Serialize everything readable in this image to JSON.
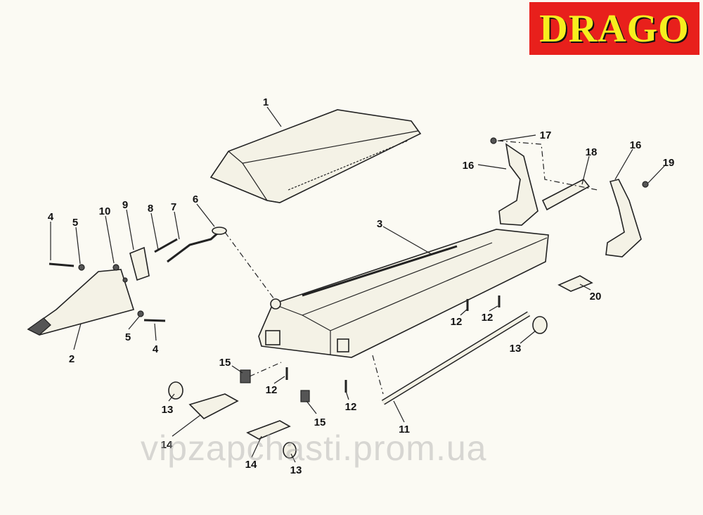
{
  "logo": {
    "text": "DRAGO",
    "colors": {
      "background": "#e8201c",
      "letters": "#f7ee1e"
    }
  },
  "watermark": "vipzapchasti.prom.ua",
  "callouts": {
    "c1": "1",
    "c2": "2",
    "c3": "3",
    "c4a": "4",
    "c4b": "4",
    "c5a": "5",
    "c5b": "5",
    "c6": "6",
    "c7": "7",
    "c8": "8",
    "c9": "9",
    "c10": "10",
    "c11": "11",
    "c12a": "12",
    "c12b": "12",
    "c12c": "12",
    "c12d": "12",
    "c13a": "13",
    "c13b": "13",
    "c13c": "13",
    "c14a": "14",
    "c14b": "14",
    "c15a": "15",
    "c15b": "15",
    "c16a": "16",
    "c16b": "16",
    "c17": "17",
    "c18": "18",
    "c19": "19",
    "c20": "20"
  }
}
